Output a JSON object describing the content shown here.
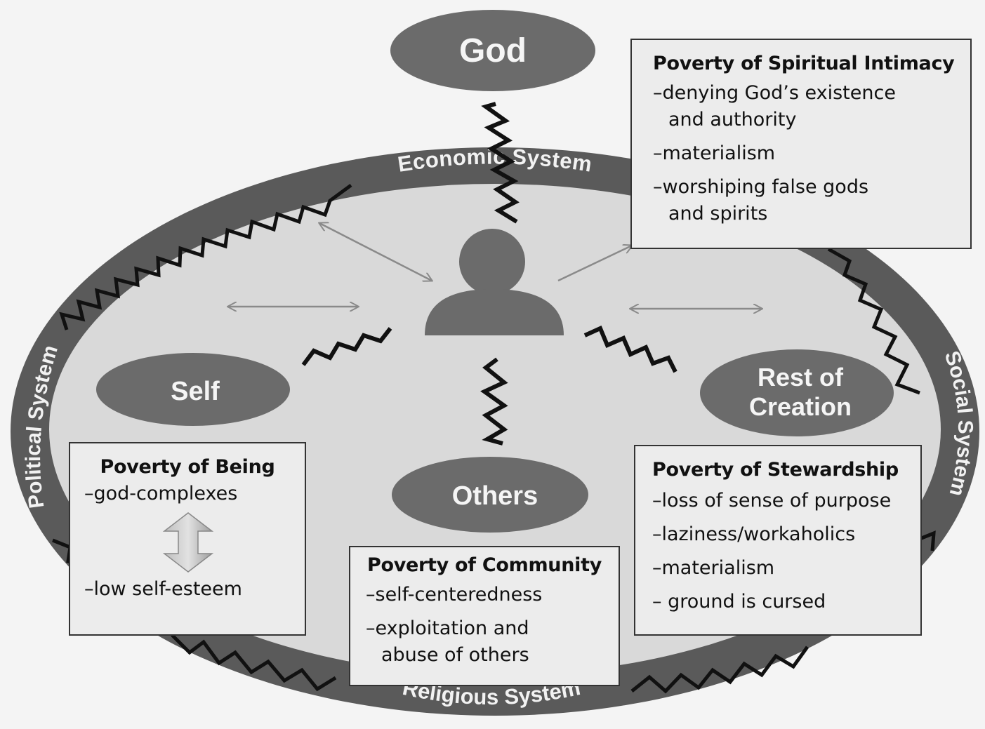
{
  "nodes": {
    "god": "God",
    "self": "Self",
    "others": "Others",
    "creation_line1": "Rest of",
    "creation_line2": "Creation"
  },
  "systems": {
    "economic": "Economic System",
    "political": "Political System",
    "social": "Social System",
    "religious": "Religious System"
  },
  "boxes": {
    "spiritual": {
      "title": "Poverty of Spiritual Intimacy",
      "items": [
        "–denying God’s existence",
        "and authority",
        "–materialism",
        "–worshiping false gods",
        "and spirits"
      ]
    },
    "being": {
      "title": "Poverty of Being",
      "items": [
        "–god-complexes",
        "–low self-esteem"
      ]
    },
    "community": {
      "title": "Poverty of Community",
      "items": [
        "–self-centeredness",
        "–exploitation and",
        "abuse of others"
      ]
    },
    "stewardship": {
      "title": "Poverty of Stewardship",
      "items": [
        "–loss of sense of purpose",
        "–laziness/workaholics",
        "–materialism",
        "– ground is cursed"
      ]
    }
  },
  "colors": {
    "ring": "#5a5a5a",
    "inner": "#d9d9d9",
    "node": "#6b6b6b",
    "box": "#ececec",
    "arrow": "#8a8a8a"
  }
}
